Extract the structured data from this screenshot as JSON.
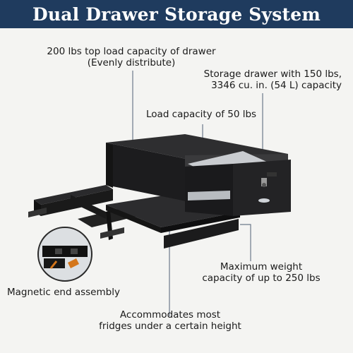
{
  "header": {
    "title": "Dual Drawer Storage System",
    "background_color": "#1f3b5e",
    "text_color": "#ffffff"
  },
  "callouts": {
    "top_load": [
      "200 lbs top load capacity of drawer",
      "(Evenly distribute)"
    ],
    "storage_drawer": [
      "Storage drawer with 150 lbs,",
      "3346 cu. in. (54 L) capacity"
    ],
    "load_capacity": [
      "Load capacity of 50 lbs"
    ],
    "max_weight": [
      "Maximum weight",
      "capacity of up to 250 lbs"
    ],
    "magnetic": [
      "Magnetic end assembly"
    ],
    "fridges": [
      "Accommodates most",
      "fridges under a certain height"
    ]
  },
  "product": {
    "image": "dual drawer storage unit with slide-out tray",
    "body_color": "#1c1c1e",
    "leader_line_color": "#6c7a8a"
  }
}
